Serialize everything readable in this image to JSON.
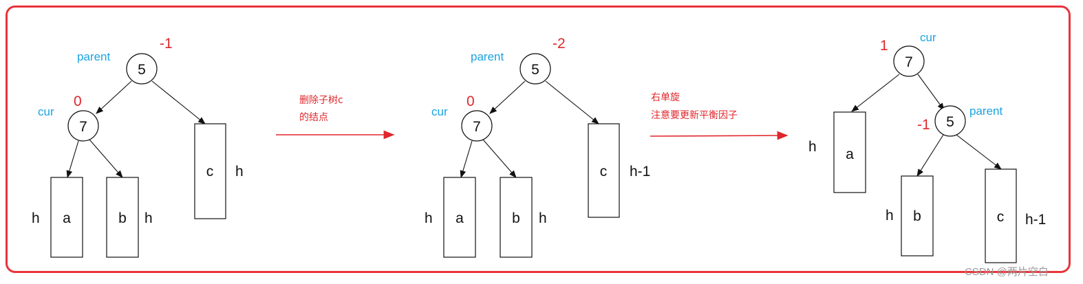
{
  "panel1": {
    "root": {
      "value": "5",
      "role": "parent",
      "bf": "-1"
    },
    "child": {
      "value": "7",
      "role": "cur",
      "bf": "0"
    },
    "a": {
      "label": "a",
      "h": "h"
    },
    "b": {
      "label": "b",
      "h": "h"
    },
    "c": {
      "label": "c",
      "h": "h"
    }
  },
  "step1": {
    "line1": "删除子树c",
    "line2": "的结点"
  },
  "panel2": {
    "root": {
      "value": "5",
      "role": "parent",
      "bf": "-2"
    },
    "child": {
      "value": "7",
      "role": "cur",
      "bf": "0"
    },
    "a": {
      "label": "a",
      "h": "h"
    },
    "b": {
      "label": "b",
      "h": "h"
    },
    "c": {
      "label": "c",
      "h": "h-1"
    }
  },
  "step2": {
    "line1": "右单旋",
    "line2": "注意要更新平衡因子"
  },
  "panel3": {
    "root": {
      "value": "7",
      "role": "cur",
      "bf": "1"
    },
    "child": {
      "value": "5",
      "role": "parent",
      "bf": "-1"
    },
    "a": {
      "label": "a",
      "h": "h"
    },
    "b": {
      "label": "b",
      "h": "h"
    },
    "c": {
      "label": "c",
      "h": "h-1"
    }
  },
  "watermark": "CSDN @两片空白",
  "colors": {
    "frame": "#e8333a",
    "balance_factor": "#e0262b",
    "role_label": "#1aa3e0",
    "arrow": "#e0262b"
  }
}
